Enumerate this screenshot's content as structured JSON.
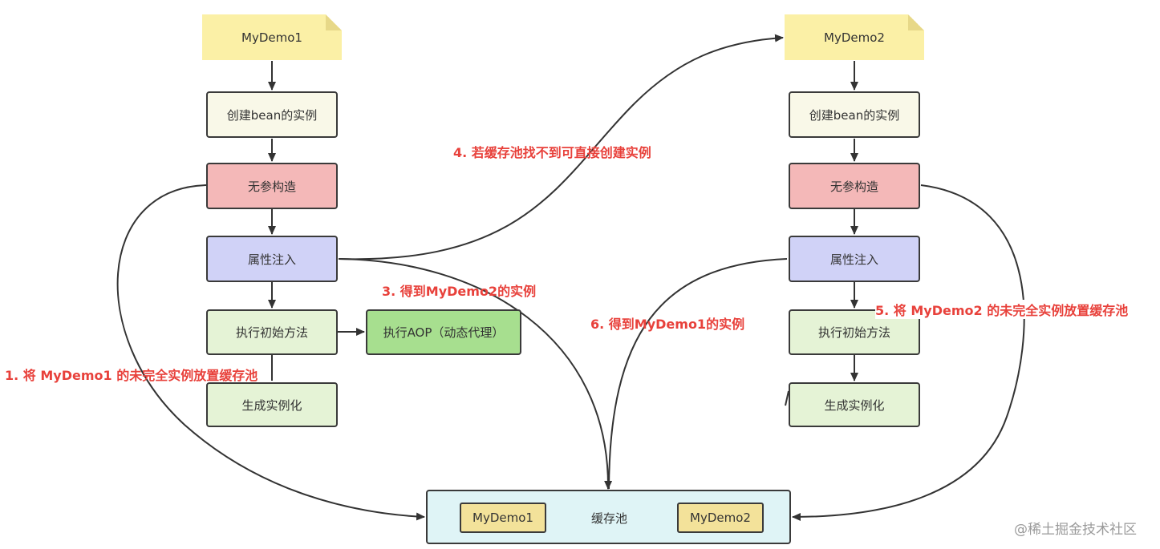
{
  "left": {
    "title": "MyDemo1",
    "create": "创建bean的实例",
    "noarg": "无参构造",
    "inject": "属性注入",
    "init": "执行初始方法",
    "aop": "执行AOP（动态代理）",
    "generate": "生成实例化"
  },
  "right": {
    "title": "MyDemo2",
    "create": "创建bean的实例",
    "noarg": "无参构造",
    "inject": "属性注入",
    "init": "执行初始方法",
    "generate": "生成实例化"
  },
  "cache": {
    "label": "缓存池",
    "item1": "MyDemo1",
    "item2": "MyDemo2"
  },
  "steps": {
    "s1": "1. 将 MyDemo1 的未完全实例放置缓存池",
    "s3": "3. 得到MyDemo2的实例",
    "s4": "4. 若缓存池找不到可直接创建实例",
    "s5": "5. 将 MyDemo2 的未完全实例放置缓存池",
    "s6": "6. 得到MyDemo1的实例"
  },
  "watermark": "@稀土掘金技术社区",
  "colors": {
    "note": "#fbf0a6",
    "create": "#f9f8e8",
    "noarg": "#f4b8b8",
    "inject": "#d0d2f7",
    "init": "#e5f3d6",
    "aop": "#a7df8f",
    "cache": "#dff4f6",
    "cache_item": "#f3e29a",
    "step_text": "#e8413b"
  }
}
